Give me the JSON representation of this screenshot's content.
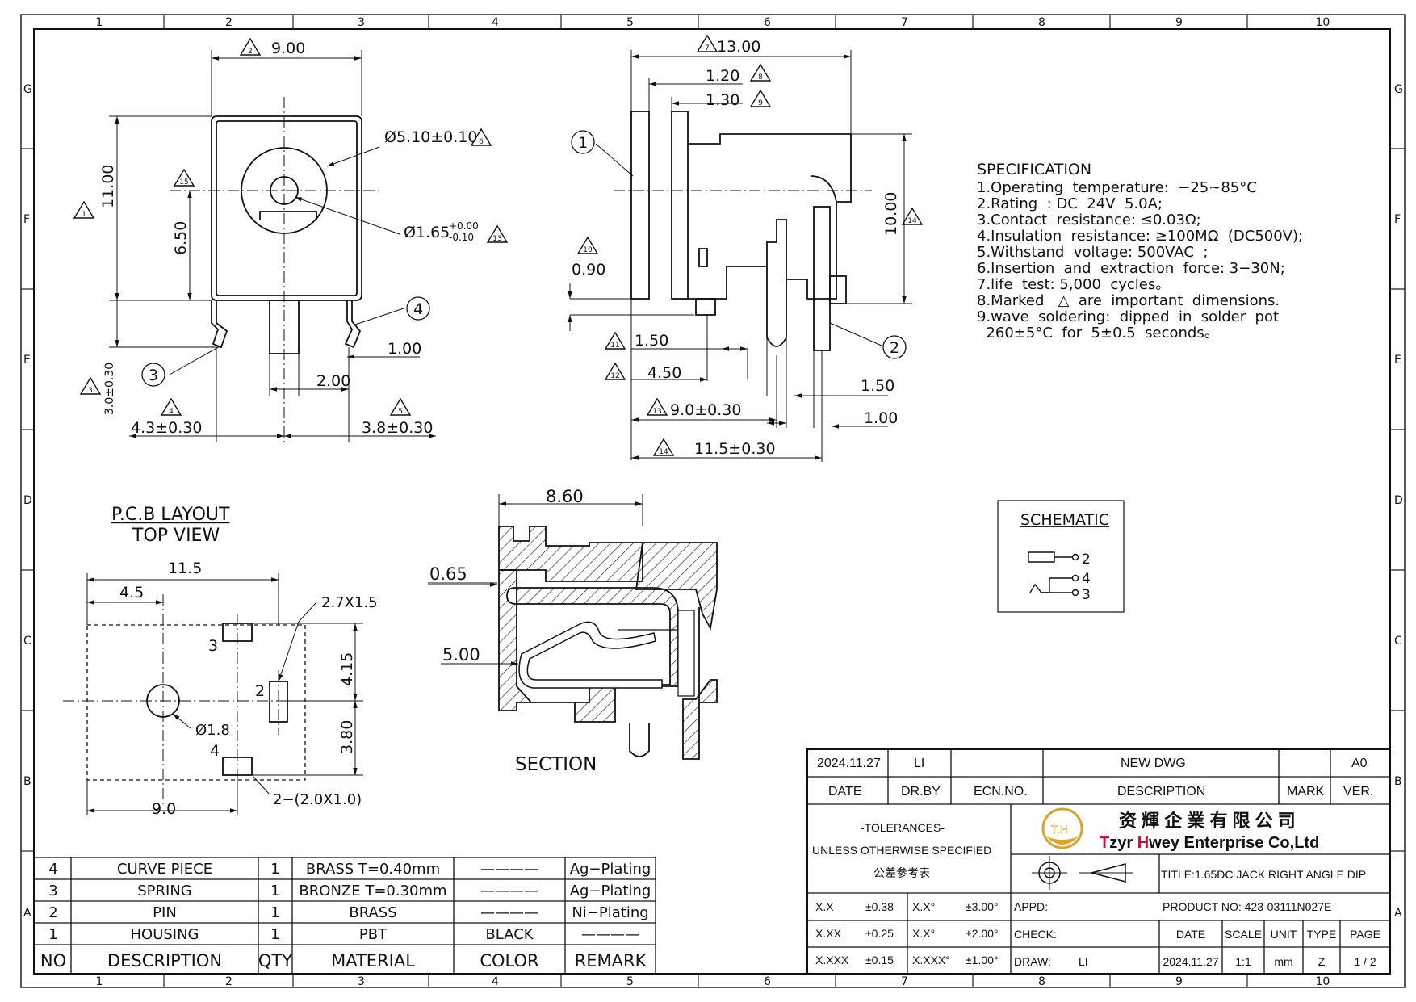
{
  "zones": {
    "cols": [
      "1",
      "2",
      "3",
      "4",
      "5",
      "6",
      "7",
      "8",
      "9",
      "10"
    ],
    "rows": [
      "G",
      "F",
      "E",
      "D",
      "C",
      "B",
      "A"
    ]
  },
  "front_view": {
    "width": "9.00",
    "height": "11.00",
    "center_height": "6.50",
    "bore": "Ø5.10±0.10",
    "pin_dia": "Ø1.65",
    "pin_tol_up": "+0.00",
    "pin_tol_dn": "-0.10",
    "pin_spacing": "2.00",
    "lead_offset": "1.00",
    "lead_len": "3.0±0.30",
    "left_dim": "4.3±0.30",
    "right_dim": "3.8±0.30",
    "marks": {
      "width": "2",
      "height": "1",
      "top": "15",
      "bore": "6",
      "pin": "13",
      "lead": "3",
      "left": "4",
      "right": "5"
    },
    "balloons": {
      "spring": "3",
      "curve": "4"
    }
  },
  "side_view": {
    "length": "13.00",
    "d1": "1.20",
    "d2": "1.30",
    "height": "10.00",
    "base": "0.90",
    "p1": "1.50",
    "p2": "4.50",
    "p3": "9.0±0.30",
    "p4": "11.5±0.30",
    "p5": "1.50",
    "p6": "1.00",
    "marks": {
      "length": "7",
      "d1": "8",
      "d2": "9",
      "height": "14",
      "base": "10",
      "p1": "11",
      "p2": "12",
      "p3": "13",
      "p4": "14"
    },
    "balloons": {
      "housing": "1",
      "pin": "2"
    }
  },
  "specification": {
    "title": "SPECIFICATION",
    "lines": [
      "1.Operating  temperature:  −25~85°C",
      "2.Rating  : DC  24V  5.0A;",
      "3.Contact  resistance: ≤0.03Ω;",
      "4.Insulation  resistance: ≥100MΩ  (DC500V);",
      "5.Withstand  voltage: 500VAC  ;",
      "6.Insertion  and  extraction  force: 3−30N;",
      "7.life  test: 5,000  cycles。",
      "8.Marked   △  are  important  dimensions.",
      "9.wave  soldering:  dipped  in  solder  pot",
      "  260±5°C  for  5±0.5  seconds。"
    ]
  },
  "pcb": {
    "title": "P.C.B  LAYOUT",
    "subtitle": "TOP  VIEW",
    "w": "11.5",
    "x1": "4.5",
    "x2": "9.0",
    "pad": "2.7X1.5",
    "hole": "Ø1.8",
    "y1": "4.15",
    "y2": "3.80",
    "slots": "2−(2.0X1.0)",
    "pad_labels": [
      "3",
      "2",
      "4"
    ]
  },
  "section": {
    "title": "SECTION",
    "w": "8.60",
    "a": "0.65",
    "b": "5.00"
  },
  "schematic": {
    "title": "SCHEMATIC",
    "pins": [
      "2",
      "4",
      "3"
    ]
  },
  "bom": {
    "headers": [
      "NO",
      "DESCRIPTION",
      "QTY",
      "MATERIAL",
      "COLOR",
      "REMARK"
    ],
    "rows": [
      [
        "4",
        "CURVE  PIECE",
        "1",
        "BRASS  T=0.40mm",
        "————",
        "Ag−Plating"
      ],
      [
        "3",
        "SPRING",
        "1",
        "BRONZE  T=0.30mm",
        "————",
        "Ag−Plating"
      ],
      [
        "2",
        "PIN",
        "1",
        "BRASS",
        "————",
        "Ni−Plating"
      ],
      [
        "1",
        "HOUSING",
        "1",
        "PBT",
        "BLACK",
        "————"
      ]
    ]
  },
  "title_block": {
    "rev": {
      "date": "2024.11.27",
      "by": "LI",
      "ecn": "",
      "desc": "NEW DWG",
      "mark": "",
      "ver": "A0"
    },
    "rev_headers": {
      "date": "DATE",
      "by": "DR.BY",
      "ecn": "ECN.NO.",
      "desc": "DESCRIPTION",
      "mark": "MARK",
      "ver": "VER."
    },
    "tol_title": "-TOLERANCES-",
    "tol_sub": "UNLESS OTHERWISE SPECIFIED",
    "tol_cn": "公差参考表",
    "logo_text": "T.H",
    "company_cn": "资 輝 企 業 有 限 公 司",
    "company_en_pre": "T",
    "company_en_a": "zyr ",
    "company_en_b": "H",
    "company_en_c": "wey Enterprise Co,Ltd",
    "brand_color": "#c8102e",
    "logo_color": "#d9a42b",
    "title": "TITLE:1.65DC JACK RIGHT ANGLE DIP",
    "tol_rows": [
      [
        "X.X",
        "±0.38",
        "X.X°",
        "±3.00°"
      ],
      [
        "X.XX",
        "±0.25",
        "X.X°",
        "±2.00°"
      ],
      [
        "X.XXX",
        "±0.15",
        "X.XXX°",
        "±1.00°"
      ]
    ],
    "appd": "APPD:",
    "check": "CHECK:",
    "draw": "DRAW:",
    "drawer": "LI",
    "product": "PRODUCT NO:  423-03111N027E",
    "info_headers": [
      "DATE",
      "SCALE",
      "UNIT",
      "TYPE",
      "PAGE"
    ],
    "info_values": [
      "2024.11.27",
      "1:1",
      "mm",
      "Z",
      "1 / 2"
    ]
  }
}
